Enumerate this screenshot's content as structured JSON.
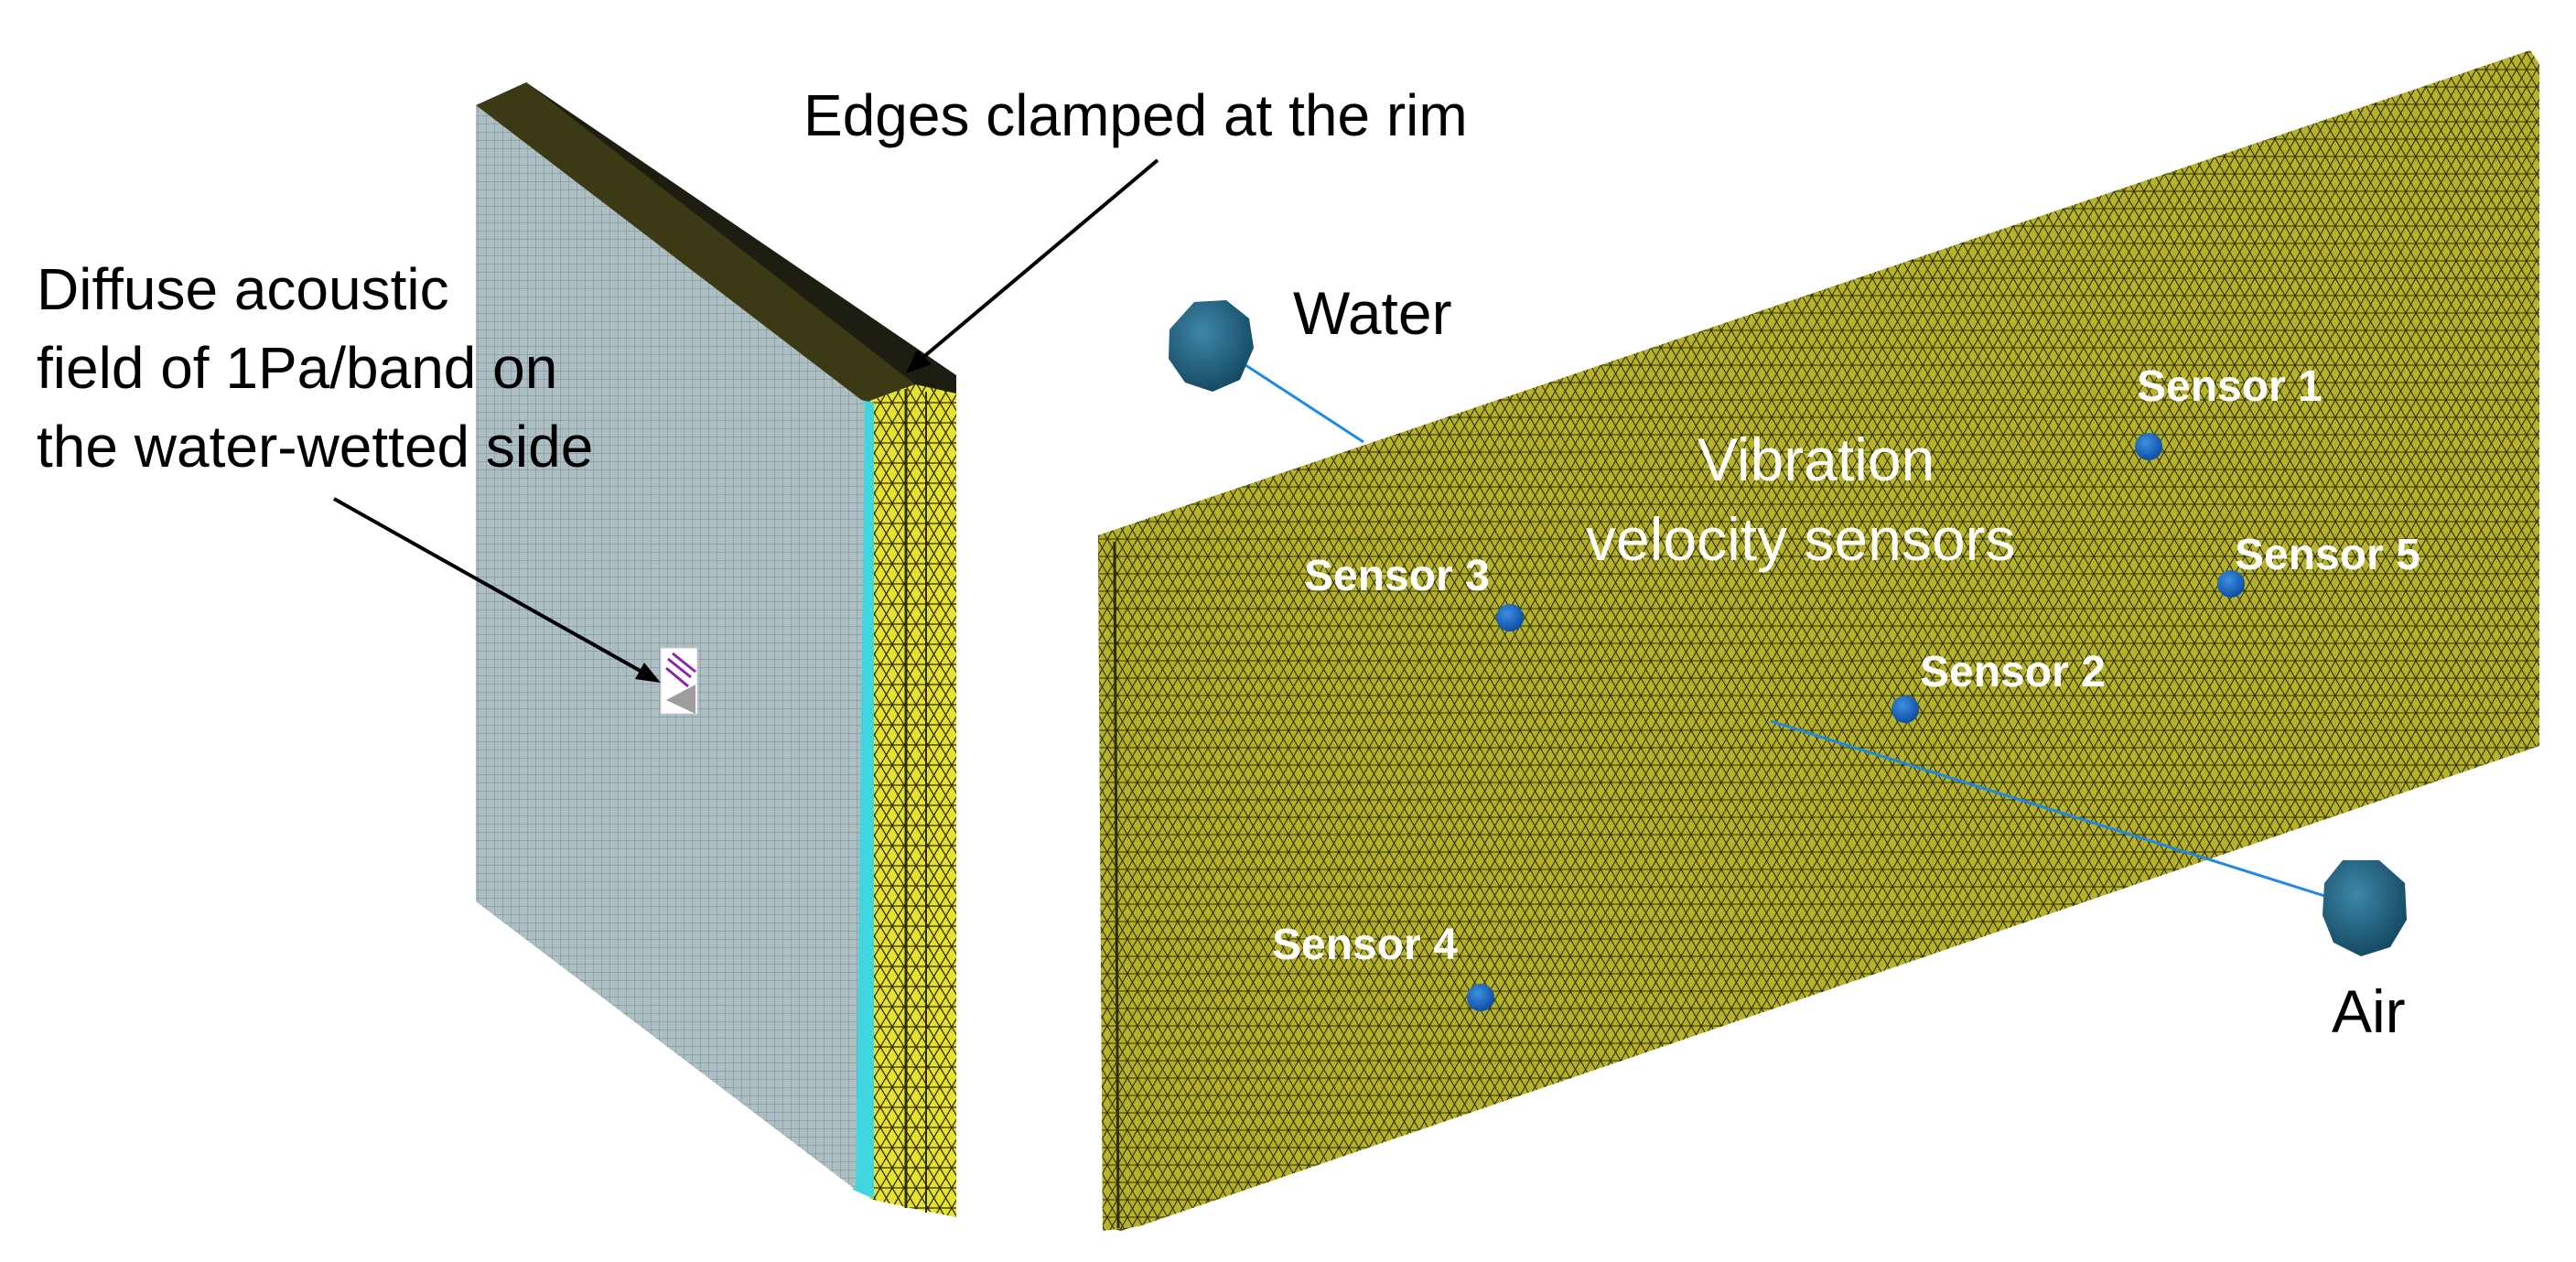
{
  "labels": {
    "clamp": "Edges clamped at the rim",
    "diffuse_line1": "Diffuse acoustic",
    "diffuse_line2": "field of 1Pa/band on",
    "diffuse_line3": "the water-wetted side",
    "water": "Water",
    "air": "Air",
    "vibration_line1": "Vibration",
    "vibration_line2": "velocity sensors"
  },
  "sensors": [
    {
      "label": "Sensor 1"
    },
    {
      "label": "Sensor 2"
    },
    {
      "label": "Sensor 3"
    },
    {
      "label": "Sensor 4"
    },
    {
      "label": "Sensor 5"
    }
  ],
  "colors": {
    "mesh_yellow": "#b8b42a",
    "mesh_yellow_bright": "#e6e22e",
    "mesh_line": "#2e2c08",
    "water_side": "#a9bcc2",
    "water_mesh_line": "#6f8890",
    "cyan_layer": "#3fd6e0",
    "sensor_blue": "#1565c0",
    "sphere_blue": "#1e5f7e",
    "leader_blue": "#1e88e5",
    "text": "#000000"
  }
}
